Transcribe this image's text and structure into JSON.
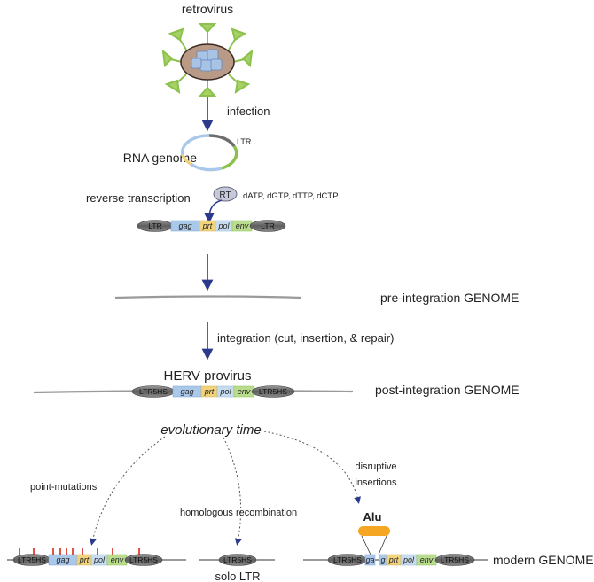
{
  "virus": {
    "label": "retrovirus"
  },
  "steps": {
    "infection": "infection",
    "rna_genome": "RNA genome",
    "ltr_on_ring": "LTR",
    "reverse_transcription": "reverse transcription",
    "rt_enzyme": "RT",
    "nucleotides": "dATP, dGTP, dTTP, dCTP",
    "integration": "integration (cut, insertion, & repair)",
    "herv_provirus": "HERV provirus",
    "evolutionary_time": "evolutionary time",
    "point_mutations": "point-mutations",
    "homologous_recombination": "homologous recombination",
    "disruptive_insertions_1": "disruptive",
    "disruptive_insertions_2": "insertions",
    "alu": "Alu",
    "solo_ltr": "solo LTR"
  },
  "genomes": {
    "pre": "pre-integration GENOME",
    "post": "post-integration GENOME",
    "modern": "modern GENOME"
  },
  "segments": {
    "ltr": "LTR",
    "ltr5hs": "LTR5HS",
    "gag": "gag",
    "prt": "prt",
    "pol": "pol",
    "env": "env",
    "ga": "ga",
    "g": "g"
  },
  "colors": {
    "arrow": "#2b3a8c",
    "ltr": "#6d6d6d",
    "gag": "#aac8ea",
    "prt": "#f2d27a",
    "pol": "#c7dcef",
    "env": "#b9dc8e",
    "alu": "#f5a623",
    "mutation": "#d9261c",
    "genome_line": "#9a9a9a"
  }
}
